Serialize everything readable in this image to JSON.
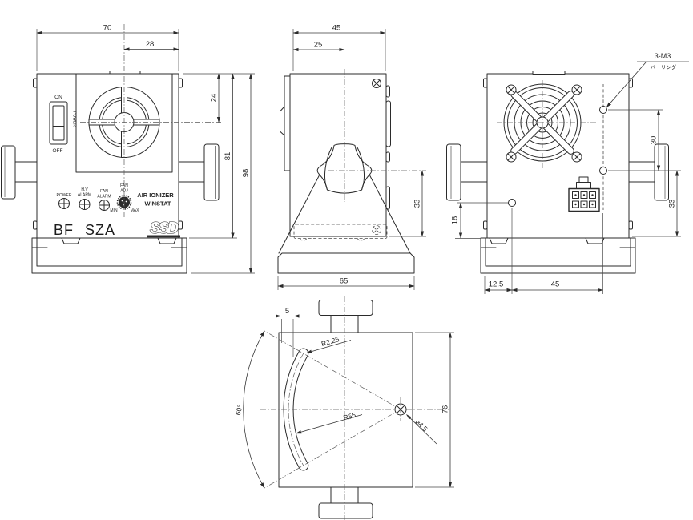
{
  "drawing": {
    "front": {
      "dim_width": "70",
      "dim_fan_offset": "28",
      "dim_fan_top": "24",
      "dim_body_height": "81",
      "dim_total_height": "98",
      "switch": {
        "on": "ON",
        "off": "OFF",
        "label": "POWER"
      },
      "leds": [
        {
          "line1": "POWER",
          "line2": ""
        },
        {
          "line1": "H.V",
          "line2": "ALARM"
        },
        {
          "line1": "FAN",
          "line2": "ALARM"
        }
      ],
      "fan_adj": {
        "line1": "FAN",
        "line2": "ADJ",
        "min": "MIN",
        "max": "MAX"
      },
      "brand": {
        "line1": "AIR IONIZER",
        "line2": "WINSTAT"
      },
      "model": "BF SZA",
      "logo": "SSD"
    },
    "side": {
      "dim_depth": "45",
      "dim_front_to_center": "25",
      "dim_center_to_base": "33",
      "dim_base_width": "65"
    },
    "back": {
      "note_line1": "3-M3",
      "note_line2": "バーリング",
      "dim_hole_pitch": "30",
      "dim_hole_to_base": "33",
      "dim_side_hole": "18",
      "dim_edge_offset": "12.5",
      "dim_hole_span": "45"
    },
    "bottom": {
      "dim_slot_offset": "5",
      "dim_slot_end_radius": "R2.25",
      "dim_swing_angle": "60°",
      "dim_slot_radius": "R55",
      "dim_pivot_dia": "⌀4.5",
      "dim_depth": "76"
    }
  }
}
